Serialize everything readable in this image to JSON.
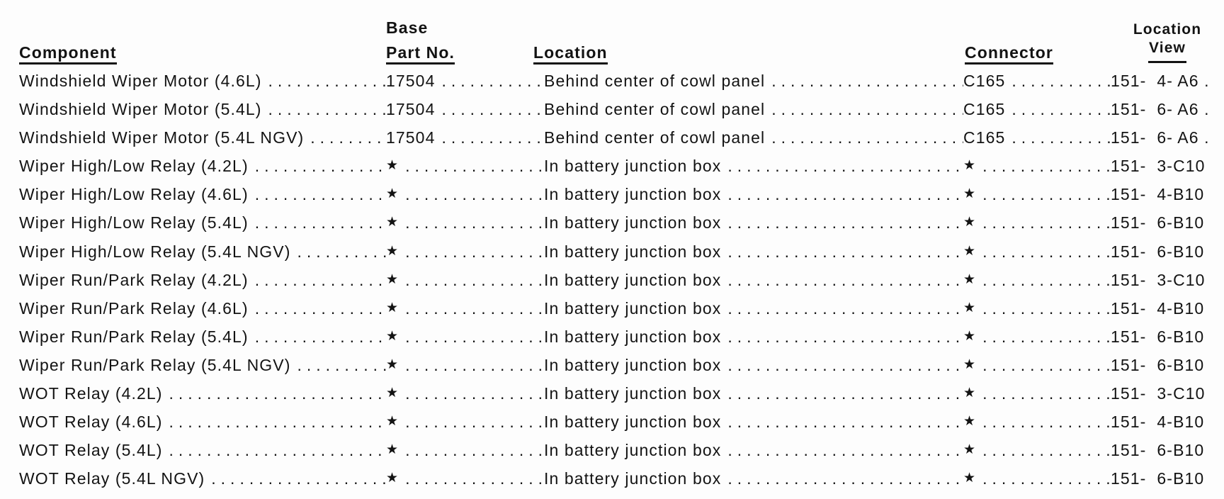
{
  "table": {
    "leader": "............................................................................",
    "headers": {
      "component": "Component",
      "base_line1": "Base",
      "base_line2": "Part No.",
      "location": "Location",
      "connector": "Connector",
      "view_line1": "Location",
      "view_line2": "View"
    },
    "rows": [
      {
        "component": "Windshield Wiper Motor (4.6L)",
        "part_no": "17504",
        "location": "Behind center of cowl panel",
        "connector": "C165",
        "view": "151-  4- A6 ."
      },
      {
        "component": "Windshield Wiper Motor (5.4L)",
        "part_no": "17504",
        "location": "Behind center of cowl panel",
        "connector": "C165",
        "view": "151-  6- A6 ."
      },
      {
        "component": "Windshield Wiper Motor (5.4L NGV)",
        "part_no": "17504",
        "location": "Behind center of cowl panel",
        "connector": "C165",
        "view": "151-  6- A6 ."
      },
      {
        "component": "Wiper High/Low Relay (4.2L)",
        "part_no": "★",
        "location": "In battery junction box",
        "connector": "★",
        "view": "151-  3-C10"
      },
      {
        "component": "Wiper High/Low Relay (4.6L)",
        "part_no": "★",
        "location": "In battery junction box",
        "connector": "★",
        "view": "151-  4-B10"
      },
      {
        "component": "Wiper High/Low Relay (5.4L)",
        "part_no": "★",
        "location": "In battery junction box",
        "connector": "★",
        "view": "151-  6-B10"
      },
      {
        "component": "Wiper High/Low Relay (5.4L NGV)",
        "part_no": "★",
        "location": "In battery junction box",
        "connector": "★",
        "view": "151-  6-B10"
      },
      {
        "component": "Wiper Run/Park Relay (4.2L)",
        "part_no": "★",
        "location": "In battery junction box",
        "connector": "★",
        "view": "151-  3-C10"
      },
      {
        "component": "Wiper Run/Park Relay (4.6L)",
        "part_no": "★",
        "location": "In battery junction box",
        "connector": "★",
        "view": "151-  4-B10"
      },
      {
        "component": "Wiper Run/Park Relay (5.4L)",
        "part_no": "★",
        "location": "In battery junction box",
        "connector": "★",
        "view": "151-  6-B10"
      },
      {
        "component": "Wiper Run/Park Relay (5.4L NGV)",
        "part_no": "★",
        "location": "In battery junction box",
        "connector": "★",
        "view": "151-  6-B10"
      },
      {
        "component": "WOT Relay (4.2L)",
        "part_no": "★",
        "location": "In battery junction box",
        "connector": "★",
        "view": "151-  3-C10"
      },
      {
        "component": "WOT Relay (4.6L)",
        "part_no": "★",
        "location": "In battery junction box",
        "connector": "★",
        "view": "151-  4-B10"
      },
      {
        "component": "WOT Relay (5.4L)",
        "part_no": "★",
        "location": "In battery junction box",
        "connector": "★",
        "view": "151-  6-B10"
      },
      {
        "component": "WOT Relay (5.4L NGV)",
        "part_no": "★",
        "location": "In battery junction box",
        "connector": "★",
        "view": "151-  6-B10"
      }
    ]
  }
}
